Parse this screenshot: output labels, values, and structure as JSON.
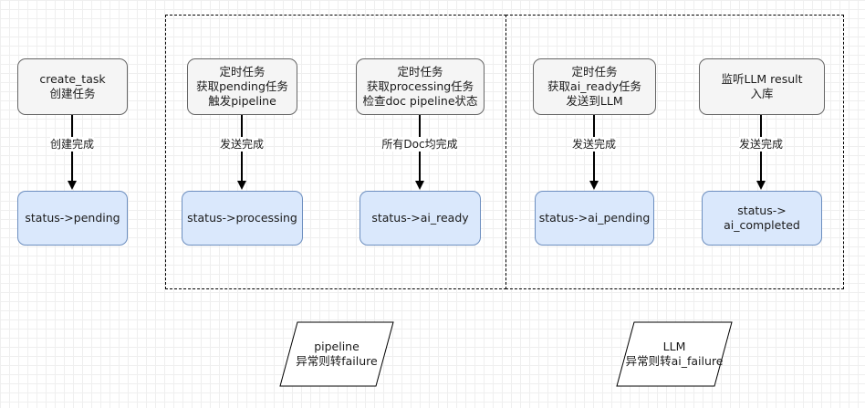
{
  "groups": {
    "pipeline_group": "",
    "llm_group": ""
  },
  "nodes": {
    "create_task": [
      "create_task",
      "创建任务"
    ],
    "pending": [
      "status->pending"
    ],
    "cron_pending": [
      "定时任务",
      "获取pending任务",
      "触发pipeline"
    ],
    "processing": [
      "status->processing"
    ],
    "cron_processing": [
      "定时任务",
      "获取processing任务",
      "检查doc pipeline状态"
    ],
    "ai_ready": [
      "status->ai_ready"
    ],
    "cron_ai_ready": [
      "定时任务",
      "获取ai_ready任务",
      "发送到LLM"
    ],
    "ai_pending": [
      "status->ai_pending"
    ],
    "listen_llm": [
      "监听LLM result",
      "入库"
    ],
    "ai_completed": [
      "status->",
      "ai_completed"
    ]
  },
  "edges": {
    "create_done": "创建完成",
    "sent_done_1": "发送完成",
    "all_doc_done": "所有Doc均完成",
    "sent_done_2": "发送完成",
    "sent_done_3": "发送完成"
  },
  "notes": {
    "pipeline_failure": [
      "pipeline",
      "异常则转failure"
    ],
    "llm_failure": [
      "LLM",
      "异常则转ai_failure"
    ]
  },
  "colors": {
    "process_fill": "#f5f5f5",
    "process_stroke": "#666666",
    "status_fill": "#dae8fc",
    "status_stroke": "#6c8ebf"
  }
}
